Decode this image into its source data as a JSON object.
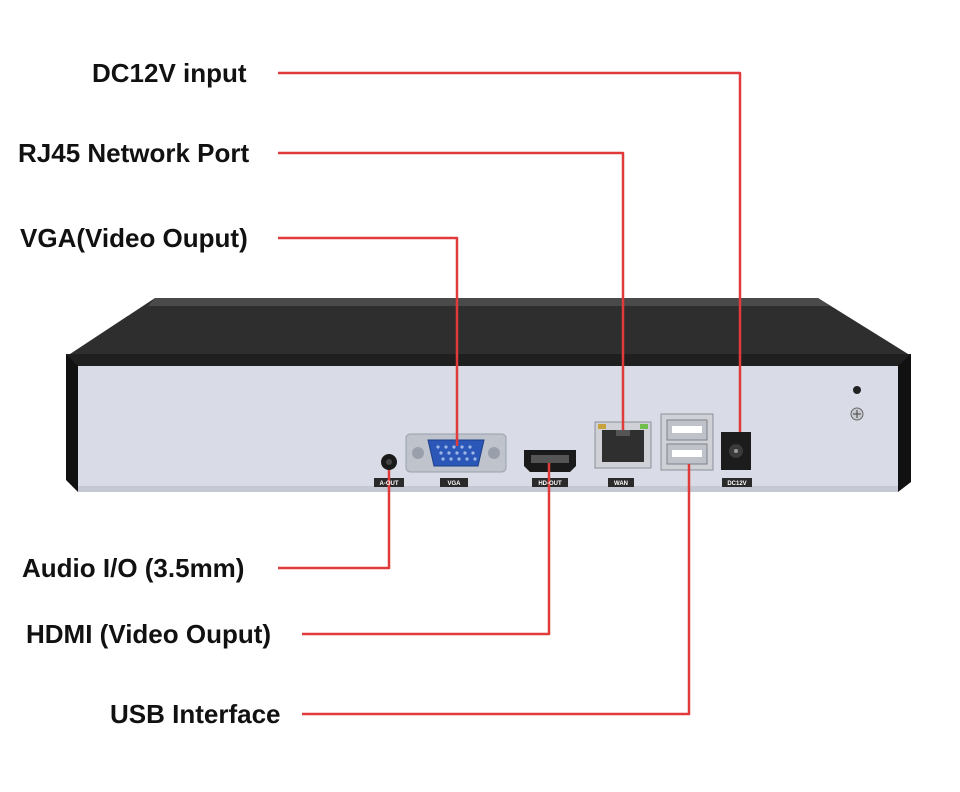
{
  "colors": {
    "callout_line": "#e03a3a",
    "label_text": "#111111",
    "chassis_top": "#2e2e2e",
    "rear_panel": "#d9dce6",
    "vga_port": "#2b57b8"
  },
  "callouts": {
    "dc_input": "DC12V input",
    "rj45": "RJ45 Network Port",
    "vga": "VGA(Video Ouput)",
    "audio": "Audio I/O (3.5mm)",
    "hdmi": "HDMI (Video Ouput)",
    "usb": "USB Interface"
  },
  "port_tags": {
    "audio": "A-OUT",
    "vga": "VGA",
    "hdmi": "HD-OUT",
    "wan": "WAN",
    "dc": "DC12V"
  }
}
